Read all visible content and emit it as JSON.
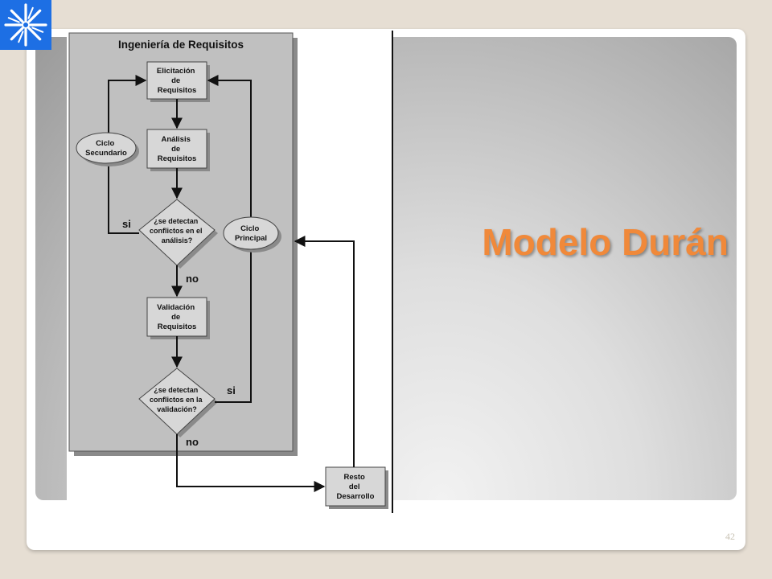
{
  "slide": {
    "title": "Modelo Durán",
    "page_number": "42"
  },
  "diagram": {
    "group_title": "Ingeniería de Requisitos",
    "elicitacion": [
      "Elicitación",
      "de",
      "Requisitos"
    ],
    "analisis": [
      "Análisis",
      "de",
      "Requisitos"
    ],
    "decision_analisis": [
      "¿se detectan",
      "conflictos en el",
      "análisis?"
    ],
    "validacion": [
      "Validación",
      "de",
      "Requisitos"
    ],
    "decision_validacion": [
      "¿se detectan",
      "conflictos en la",
      "validación?"
    ],
    "resto": [
      "Resto",
      "del",
      "Desarrollo"
    ],
    "ciclo_secundario": [
      "Ciclo",
      "Secundario"
    ],
    "ciclo_principal": [
      "Ciclo",
      "Principal"
    ],
    "label_si_1": "si",
    "label_no_1": "no",
    "label_si_2": "si",
    "label_no_2": "no"
  },
  "colors": {
    "accent": "#f0893a",
    "logo": "#1d6fe4",
    "box_fill": "#d7d7d7",
    "panel_fill": "#c0c0c0"
  },
  "icons": {
    "logo": "starburst-logo-icon"
  }
}
